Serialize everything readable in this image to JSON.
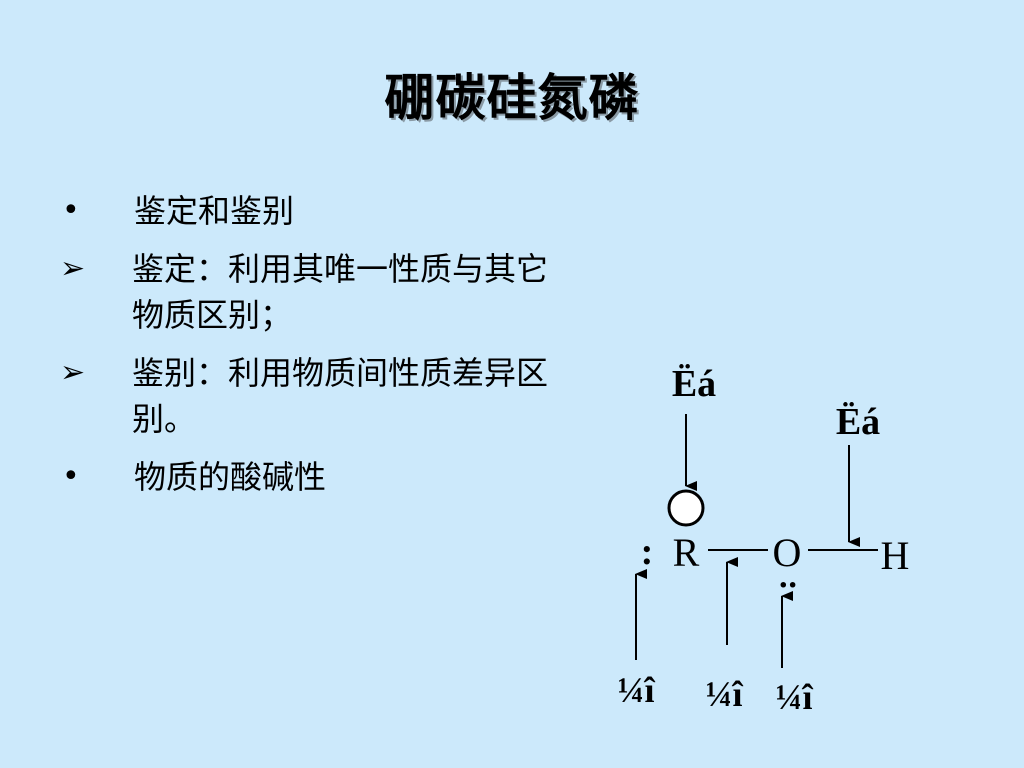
{
  "title": "硼碳硅氮磷",
  "bullets": [
    {
      "marker": "•",
      "text": "鉴定和鉴别"
    },
    {
      "marker": "➢",
      "text": "鉴定：利用其唯一性质与其它物质区别；"
    },
    {
      "marker": "➢",
      "text": "鉴别：利用物质间性质差异区别。"
    },
    {
      "marker": "•",
      "text": "物质的酸碱性"
    }
  ],
  "diagram": {
    "label_top_left": "Ëá",
    "label_top_right": "Ëá",
    "atoms": {
      "r": "R",
      "o": "O",
      "h": "H"
    },
    "lone_pair_left": ":",
    "lone_pair_o": "··",
    "bottom_labels": [
      "¼î",
      "¼î",
      "¼î"
    ]
  }
}
